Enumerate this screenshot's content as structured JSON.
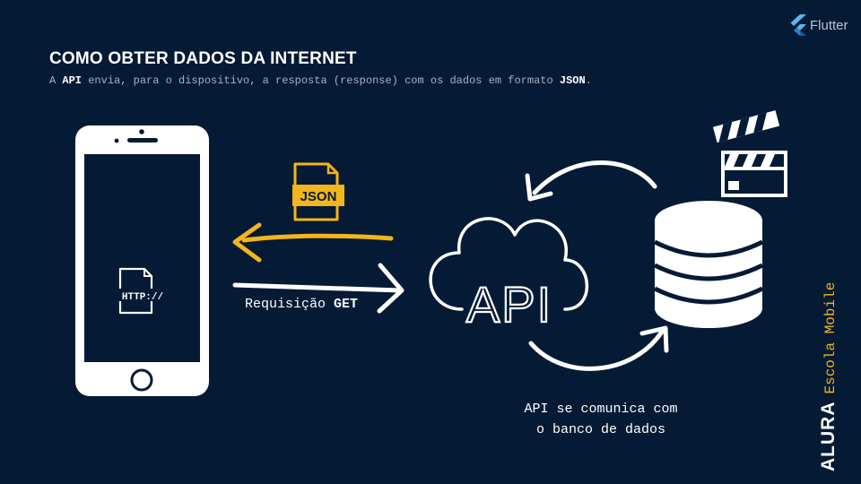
{
  "header": {
    "title": "COMO OBTER DADOS DA INTERNET",
    "subtitle_prefix": "A ",
    "subtitle_api": "API",
    "subtitle_middle": " envia, para o dispositivo, a resposta (response) com os dados em formato ",
    "subtitle_json": "JSON",
    "subtitle_suffix": "."
  },
  "brand": {
    "flutter": "Flutter",
    "alura": "ALURA",
    "escola": "Escola Mobile"
  },
  "diagram": {
    "json_file_label": "JSON",
    "http_label": "HTTP://",
    "request_label_prefix": "Requisição ",
    "request_label_method": "GET",
    "api_label": "API",
    "db_caption_line1": "API se comunica com",
    "db_caption_line2": "o banco de dados"
  },
  "colors": {
    "background": "#051a35",
    "accent_yellow": "#f2b51b",
    "white": "#ffffff"
  },
  "icons": [
    "flutter-icon",
    "phone-icon",
    "http-file-icon",
    "json-file-icon",
    "cloud-icon",
    "database-icon",
    "clapperboard-icon"
  ]
}
